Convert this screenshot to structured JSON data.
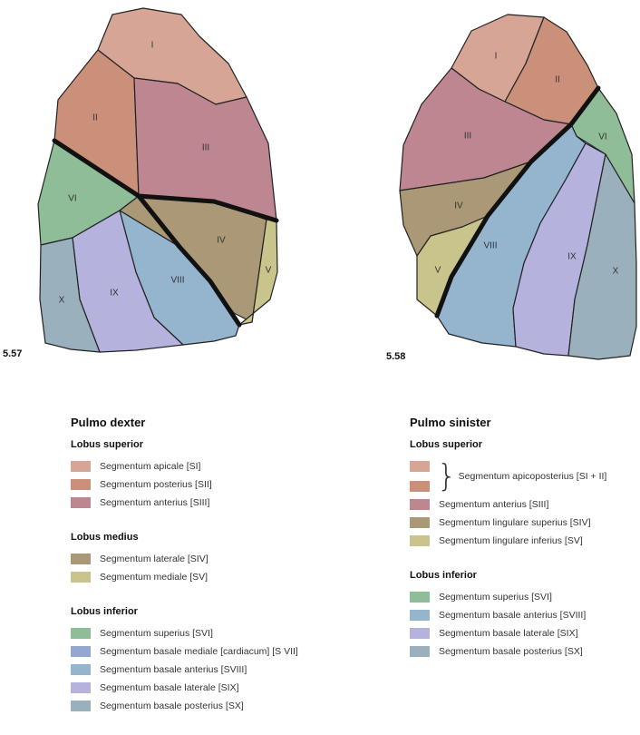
{
  "figures": {
    "left_label": "5.57",
    "right_label": "5.58"
  },
  "colors": {
    "apical": "#d6a596",
    "posterior": "#cb9079",
    "anterior": "#bd8690",
    "lateral_medius": "#ab9877",
    "medial_medius": "#c8c48c",
    "superius": "#8ebd97",
    "basal_mediale": "#93a7d2",
    "basal_anterius": "#95b4ce",
    "basal_laterale": "#b5b3dd",
    "basal_posterius": "#9ab0bc"
  },
  "left_lung": {
    "seg_I": "I",
    "seg_II": "II",
    "seg_III": "III",
    "seg_IV": "IV",
    "seg_V": "V",
    "seg_VI": "VI",
    "seg_VIII": "VIII",
    "seg_IX": "IX",
    "seg_X": "X"
  },
  "right_lung": {
    "seg_I": "I",
    "seg_II": "II",
    "seg_III": "III",
    "seg_IV": "IV",
    "seg_V": "V",
    "seg_VI": "VI",
    "seg_VIII": "VIII",
    "seg_IX": "IX",
    "seg_X": "X"
  },
  "legend_dexter": {
    "title": "Pulmo dexter",
    "superior": {
      "title": "Lobus superior",
      "items": [
        "Segmentum apicale [SI]",
        "Segmentum posterius [SII]",
        "Segmentum anterius [SIII]"
      ]
    },
    "medius": {
      "title": "Lobus medius",
      "items": [
        "Segmentum laterale [SIV]",
        "Segmentum mediale [SV]"
      ]
    },
    "inferior": {
      "title": "Lobus inferior",
      "items": [
        "Segmentum superius [SVI]",
        "Segmentum basale mediale [cardiacum] [S VII]",
        "Segmentum basale anterius [SVIII]",
        "Segmentum basale laterale [SIX]",
        "Segmentum basale posterius [SX]"
      ]
    }
  },
  "legend_sinister": {
    "title": "Pulmo sinister",
    "superior": {
      "title": "Lobus superior",
      "apicoposterius": "Segmentum apicoposterius [SI + II]",
      "items": [
        "Segmentum anterius [SIII]",
        "Segmentum lingulare superius [SIV]",
        "Segmentum lingulare inferius [SV]"
      ]
    },
    "inferior": {
      "title": "Lobus inferior",
      "items": [
        "Segmentum superius [SVI]",
        "Segmentum basale anterius [SVIII]",
        "Segmentum basale laterale [SIX]",
        "Segmentum basale posterius [SX]"
      ]
    }
  }
}
